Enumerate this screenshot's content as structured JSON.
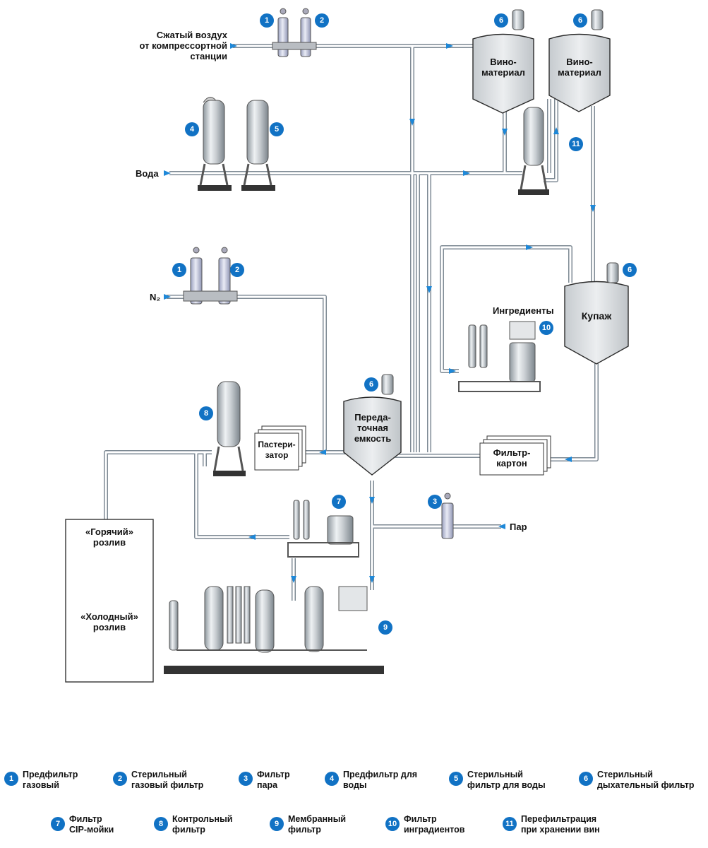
{
  "colors": {
    "pipe": "#7e8a94",
    "pipe_fill": "#ffffff",
    "arrow": "#1e88d8",
    "badge": "#1172c4",
    "vessel": "#d8dcdf"
  },
  "labels": {
    "air": "Сжатый воздух\nот компрессортной\nстанции",
    "water": "Вода",
    "n2": "N₂",
    "steam": "Пар",
    "wine1": "Вино-\nматериал",
    "wine2": "Вино-\nматериал",
    "blend": "Купаж",
    "ingredients": "Ингредиенты",
    "transfer": "Переда-\nточная\nемкость",
    "pasteurizer": "Пастери-\nзатор",
    "filter_carton": "Фильтр-\nкартон",
    "hot_fill": "«Горячий»\nрозлив",
    "cold_fill": "«Холодный»\nрозлив"
  },
  "badges": [
    "1",
    "2",
    "6",
    "6",
    "4",
    "5",
    "11",
    "1",
    "2",
    "6",
    "10",
    "6",
    "8",
    "7",
    "3",
    "9"
  ],
  "legend": [
    {
      "num": "1",
      "text": "Предфильтр\nгазовый"
    },
    {
      "num": "2",
      "text": "Стерильный\nгазовый фильтр"
    },
    {
      "num": "3",
      "text": "Фильтр\nпара"
    },
    {
      "num": "4",
      "text": "Предфильтр для\nводы"
    },
    {
      "num": "5",
      "text": "Стерильный\nфильтр для воды"
    },
    {
      "num": "6",
      "text": "Стерильный\nдыхательный фильтр"
    },
    {
      "num": "7",
      "text": "Фильтр\nCIP-мойки"
    },
    {
      "num": "8",
      "text": "Контрольный\nфильтр"
    },
    {
      "num": "9",
      "text": "Мембранный\nфильтр"
    },
    {
      "num": "10",
      "text": "Фильтр\nингрaдиентов"
    },
    {
      "num": "11",
      "text": "Перефильтрация\nпри хранении вин"
    }
  ]
}
